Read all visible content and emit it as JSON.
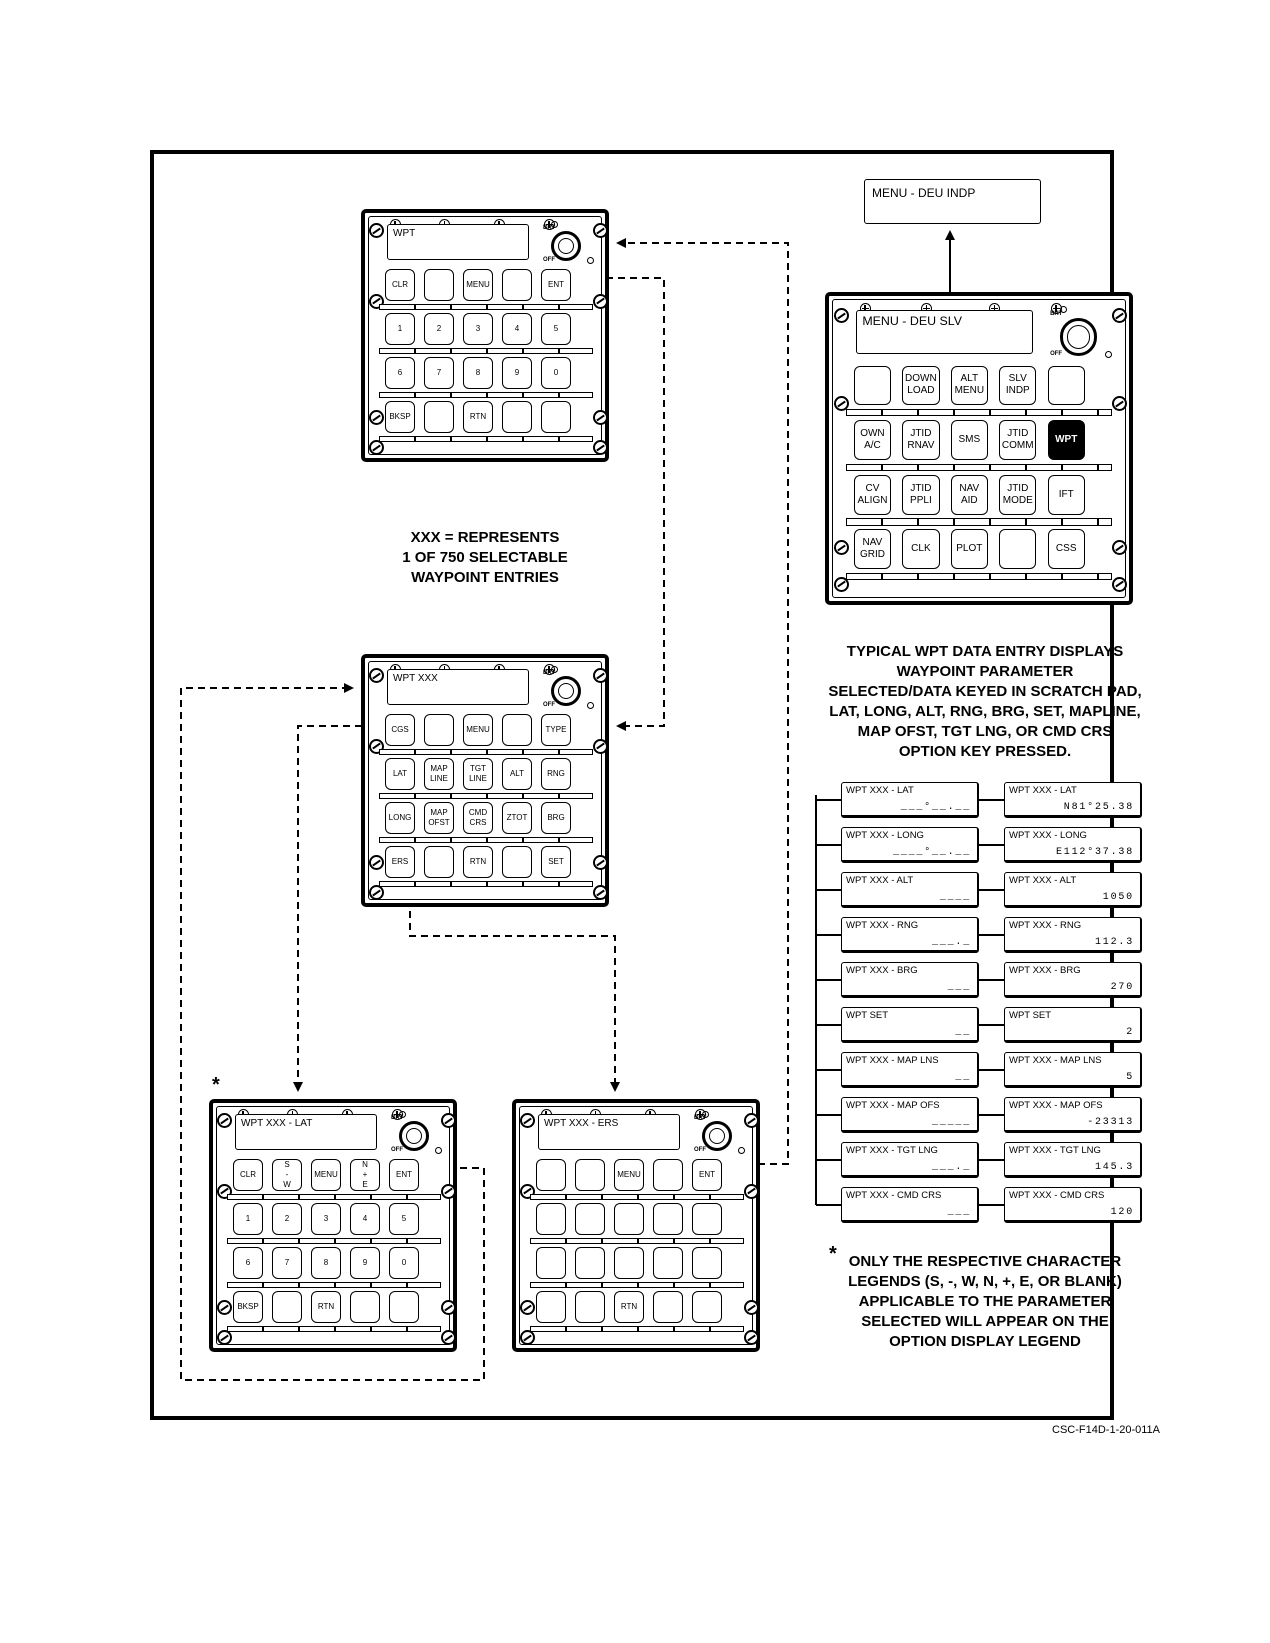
{
  "top_menu_display": "MENU - DEU INDP",
  "panels": {
    "wpt": {
      "display": "WPT",
      "brt": "BRT",
      "off": "OFF",
      "keys": [
        "CLR",
        "",
        "MENU",
        "",
        "ENT",
        "1",
        "2",
        "3",
        "4",
        "5",
        "6",
        "7",
        "8",
        "9",
        "0",
        "BKSP",
        "",
        "RTN",
        "",
        ""
      ]
    },
    "menu": {
      "display": "MENU - DEU SLV",
      "brt": "BRT",
      "off": "OFF",
      "keys": [
        "",
        "DOWN\nLOAD",
        "ALT\nMENU",
        "SLV\nINDP",
        "",
        "OWN\nA/C",
        "JTID\nRNAV",
        "SMS",
        "JTID\nCOMM",
        "WPT",
        "CV\nALIGN",
        "JTID\nPPLI",
        "NAV\nAID",
        "JTID\nMODE",
        "IFT",
        "NAV\nGRID",
        "CLK",
        "PLOT",
        "",
        "CSS"
      ],
      "highlighted_key": "WPT"
    },
    "wpt_xxx": {
      "display": "WPT XXX",
      "brt": "BRT",
      "off": "OFF",
      "keys": [
        "CGS",
        "",
        "MENU",
        "",
        "TYPE",
        "LAT",
        "MAP\nLINE",
        "TGT\nLINE",
        "ALT",
        "RNG",
        "LONG",
        "MAP\nOFST",
        "CMD\nCRS",
        "ZTOT",
        "BRG",
        "ERS",
        "",
        "RTN",
        "",
        "SET"
      ]
    },
    "wpt_lat": {
      "display": "WPT XXX - LAT",
      "brt": "BRT",
      "off": "OFF",
      "keys": [
        "CLR",
        "S\n-\n    W",
        "MENU",
        "N\n+\n    E",
        "ENT",
        "1",
        "2",
        "3",
        "4",
        "5",
        "6",
        "7",
        "8",
        "9",
        "0",
        "BKSP",
        "",
        "RTN",
        "",
        ""
      ]
    },
    "wpt_ers": {
      "display": "WPT XXX - ERS",
      "brt": "BRT",
      "off": "OFF",
      "keys": [
        "",
        "",
        "MENU",
        "",
        "ENT",
        "",
        "",
        "",
        "",
        "",
        "",
        "",
        "",
        "",
        "",
        "",
        "",
        "RTN",
        "",
        ""
      ]
    }
  },
  "notes": {
    "xxx": "XXX = REPRESENTS\n1 OF 750 SELECTABLE\nWAYPOINT ENTRIES",
    "typical": "TYPICAL WPT DATA ENTRY DISPLAYS\nWAYPOINT PARAMETER\nSELECTED/DATA KEYED IN SCRATCH PAD,\nLAT, LONG, ALT, RNG, BRG, SET, MAPLINE,\nMAP OFST, TGT LNG, OR CMD CRS\nOPTION KEY PRESSED.",
    "asterisk": "*",
    "footnote_star": "*",
    "footnote": "ONLY THE RESPECTIVE CHARACTER\nLEGENDS (S, -, W, N, +, E, OR BLANK)\nAPPLICABLE TO THE PARAMETER\nSELECTED WILL APPEAR ON THE\nOPTION DISPLAY LEGEND"
  },
  "parameter_rows": [
    {
      "left_title": "WPT XXX -  LAT",
      "left_value": "___°__.__",
      "right_title": "WPT XXX -  LAT",
      "right_value": "N81°25.38"
    },
    {
      "left_title": "WPT XXX - LONG",
      "left_value": "____°__.__",
      "right_title": "WPT XXX - LONG",
      "right_value": "E112°37.38"
    },
    {
      "left_title": "WPT XXX - ALT",
      "left_value": "____",
      "right_title": "WPT XXX - ALT",
      "right_value": "1050"
    },
    {
      "left_title": "WPT XXX - RNG",
      "left_value": "___._",
      "right_title": "WPT XXX - RNG",
      "right_value": "112.3"
    },
    {
      "left_title": "WPT XXX - BRG",
      "left_value": "___",
      "right_title": "WPT XXX - BRG",
      "right_value": "270"
    },
    {
      "left_title": "WPT SET",
      "left_value": "__",
      "right_title": "WPT SET",
      "right_value": "2"
    },
    {
      "left_title": "WPT XXX - MAP LNS",
      "left_value": "__",
      "right_title": "WPT XXX - MAP LNS",
      "right_value": "5"
    },
    {
      "left_title": "WPT XXX - MAP OFS",
      "left_value": "_____",
      "right_title": "WPT XXX - MAP OFS",
      "right_value": "-23313"
    },
    {
      "left_title": "WPT XXX - TGT LNG",
      "left_value": "___._",
      "right_title": "WPT XXX - TGT LNG",
      "right_value": "145.3"
    },
    {
      "left_title": "WPT XXX - CMD CRS",
      "left_value": "___",
      "right_title": "WPT XXX - CMD CRS",
      "right_value": "120"
    }
  ],
  "figure_code": "CSC-F14D-1-20-011A"
}
